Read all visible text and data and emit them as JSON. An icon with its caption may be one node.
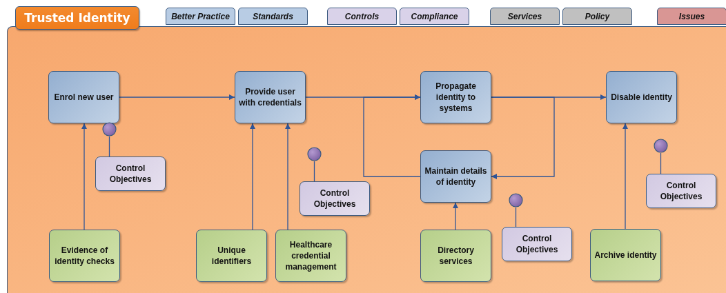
{
  "diagram": {
    "nodes": [
      {
        "text": [
          "Trusted Identity"
        ]
      },
      {
        "text": [
          "Enrol new user"
        ],
        "in": 0
      },
      {
        "text": [
          "Provide user with credentials"
        ],
        "in": 0
      },
      {
        "text": [
          "Propagate identity to systems"
        ],
        "in": 0
      },
      {
        "text": [
          "Disable identity"
        ],
        "in": 0
      },
      {
        "text": [
          "Control Objectives"
        ],
        "in": 0
      },
      {
        "text": [
          "Control Objectives"
        ],
        "in": 0
      },
      {
        "text": [
          "Maintain details of identity"
        ],
        "in": 0
      },
      {
        "text": [
          "Control Objectives"
        ],
        "in": 0
      },
      {
        "text": [
          "Control Objectives"
        ],
        "in": 0
      },
      {
        "text": [
          "Evidence of identity checks"
        ],
        "in": 0
      },
      {
        "text": [
          "Unique identifiers"
        ],
        "in": 0
      },
      {
        "text": [
          "Healthcare credential management"
        ],
        "in": 0
      },
      {
        "text": [
          "Directory services"
        ],
        "in": 0
      },
      {
        "text": [
          "Archive identity"
        ],
        "in": 0
      },
      {
        "text": [],
        "shape": "circle",
        "in": 0
      },
      {
        "text": [],
        "shape": "circle",
        "in": 0
      },
      {
        "text": [],
        "shape": "circle",
        "in": 0
      },
      {
        "text": [],
        "shape": "circle",
        "in": 0
      }
    ],
    "edges": [
      {
        "from": 1,
        "to": 2,
        "arrow": "to"
      },
      {
        "from": 2,
        "to": 3,
        "arrow": "to"
      },
      {
        "from": 3,
        "to": 4,
        "arrow": "to"
      },
      {
        "from": 3,
        "to": 7,
        "arrow": "to"
      },
      {
        "from": 7,
        "to": 3,
        "arrow": "to"
      },
      {
        "from": 10,
        "to": 1,
        "arrow": "to"
      },
      {
        "from": 11,
        "to": 2,
        "arrow": "to"
      },
      {
        "from": 12,
        "to": 2,
        "arrow": "to"
      },
      {
        "from": 13,
        "to": 7,
        "arrow": "to"
      },
      {
        "from": 14,
        "to": 4,
        "arrow": "to"
      },
      {
        "from": 5,
        "to": 15,
        "arrow": "none"
      },
      {
        "from": 6,
        "to": 16,
        "arrow": "none"
      },
      {
        "from": 8,
        "to": 17,
        "arrow": "none"
      },
      {
        "from": 9,
        "to": 18,
        "arrow": "none"
      }
    ],
    "legend": [
      {
        "text": "Better Practice",
        "color": "#b8cce4"
      },
      {
        "text": "Standards",
        "color": "#b8cce4"
      },
      {
        "text": "Controls",
        "color": "#d9d2e9"
      },
      {
        "text": "Compliance",
        "color": "#d9d2e9"
      },
      {
        "text": "Services",
        "color": "#c0c0c0"
      },
      {
        "text": "Policy",
        "color": "#c0c0c0"
      },
      {
        "text": "Issues",
        "color": "#d99694"
      }
    ]
  }
}
